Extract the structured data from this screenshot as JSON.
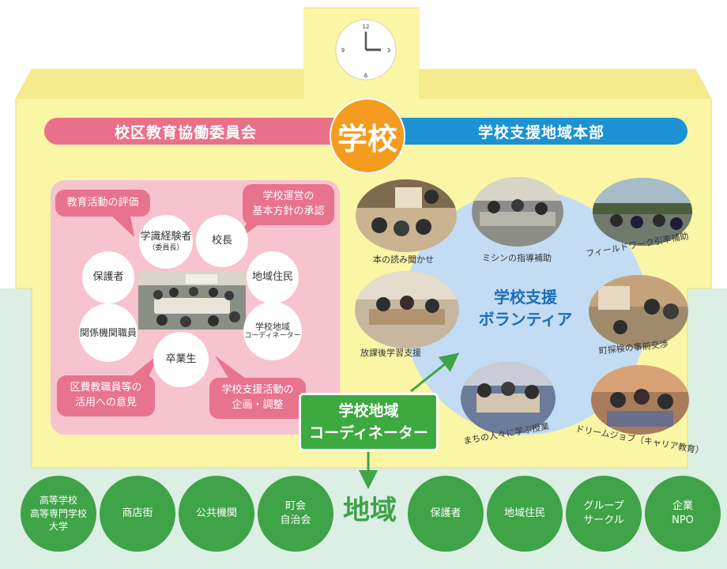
{
  "left_bar": "校区教育協働委員会",
  "center_title": "学校",
  "right_bar": "学校支援地域本部",
  "clock": {
    "n12": "12",
    "n3": "3",
    "n6": "6",
    "n9": "9"
  },
  "committee_members": {
    "experts": "学識経験者",
    "experts_note": "（委員長）",
    "principal": "校長",
    "guardians": "保護者",
    "residents": "地域住民",
    "agency_staff": "関係機関職員",
    "coordinator": "学校地域",
    "coordinator_2": "コーディネーター",
    "graduates": "卒業生"
  },
  "callouts": {
    "evaluation": "教育活動の評価",
    "policy_1": "学校運営の",
    "policy_2": "基本方針の承認",
    "staff_1": "区費教職員等の",
    "staff_2": "活用への意見",
    "planning_1": "学校支援活動の",
    "planning_2": "企画・調整"
  },
  "volunteer": {
    "title_1": "学校支援",
    "title_2": "ボランティア",
    "activities": {
      "reading": "本の読み聞かせ",
      "sewing": "ミシンの指導補助",
      "fieldwork": "フィールドワーク引率補助",
      "after_school": "放課後学習支援",
      "town_exploration": "町探検の事前交渉",
      "town_people": "まちの人々に学ぶ授業",
      "dream_job": "ドリームジョブ（キャリア教育）"
    }
  },
  "coordinator_box": {
    "line1": "学校地域",
    "line2": "コーディネーター"
  },
  "region": {
    "title": "地域",
    "left": [
      {
        "line1": "高等学校",
        "line2": "高等専門学校",
        "line3": "大学"
      },
      {
        "line1": "商店街"
      },
      {
        "line1": "公共機関"
      },
      {
        "line1": "町会",
        "line2": "自治会"
      }
    ],
    "right": [
      {
        "line1": "保護者"
      },
      {
        "line1": "地域住民"
      },
      {
        "line1": "グループ",
        "line2": "サークル"
      },
      {
        "line1": "企業",
        "line2": "NPO"
      }
    ]
  },
  "colors": {
    "building": "#fbf5a6",
    "pink_bar": "#e9708a",
    "blue_bar": "#1c92d2",
    "orange": "#f39c1f",
    "panel_pink": "#f6c3cf",
    "callout_pink": "#e8738d",
    "volunteer_blue": "#c3dcf3",
    "green": "#3fa347",
    "ground": "#dcefe4"
  }
}
